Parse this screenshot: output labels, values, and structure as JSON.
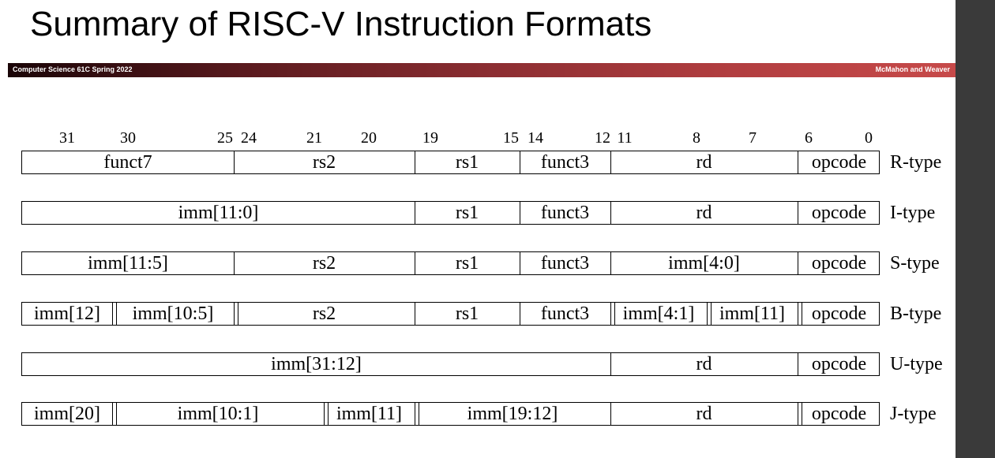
{
  "slide": {
    "title": "Summary of RISC-V Instruction Formats",
    "banner_left": "Computer Science 61C Spring 2022",
    "banner_right": "McMahon and Weaver"
  },
  "bit_labels": [
    "31",
    "30",
    "25",
    "24",
    "21",
    "20",
    "19",
    "15",
    "14",
    "12",
    "11",
    "8",
    "7",
    "6",
    "0"
  ],
  "formats": [
    {
      "name": "R-type",
      "fields": [
        "funct7",
        "rs2",
        "rs1",
        "funct3",
        "rd",
        "opcode"
      ]
    },
    {
      "name": "I-type",
      "fields": [
        "imm[11:0]",
        "rs1",
        "funct3",
        "rd",
        "opcode"
      ]
    },
    {
      "name": "S-type",
      "fields": [
        "imm[11:5]",
        "rs2",
        "rs1",
        "funct3",
        "imm[4:0]",
        "opcode"
      ]
    },
    {
      "name": "B-type",
      "fields": [
        "imm[12]",
        "imm[10:5]",
        "rs2",
        "rs1",
        "funct3",
        "imm[4:1]",
        "imm[11]",
        "opcode"
      ]
    },
    {
      "name": "U-type",
      "fields": [
        "imm[31:12]",
        "rd",
        "opcode"
      ]
    },
    {
      "name": "J-type",
      "fields": [
        "imm[20]",
        "imm[10:1]",
        "imm[11]",
        "imm[19:12]",
        "rd",
        "opcode"
      ]
    }
  ]
}
